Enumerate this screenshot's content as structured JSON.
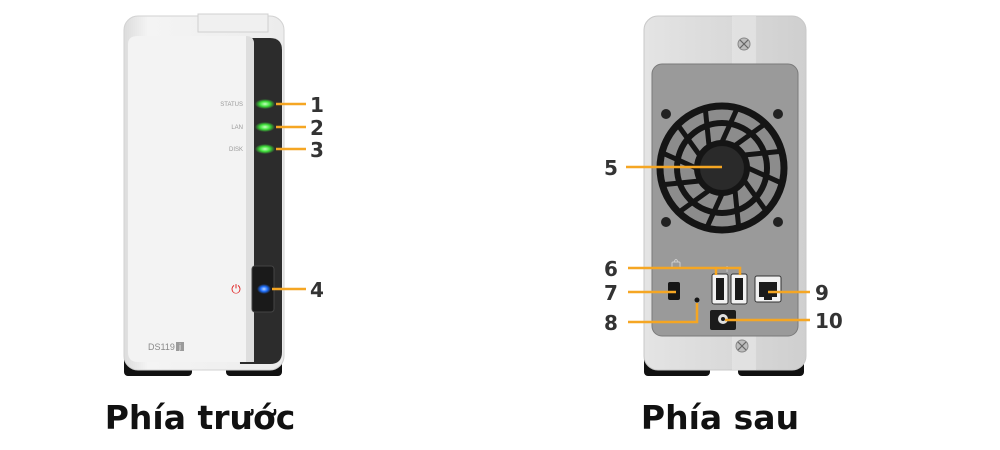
{
  "front": {
    "caption": "Phía trước",
    "led_labels": [
      "STATUS",
      "LAN",
      "DISK"
    ],
    "model": "DS119",
    "model_badge": "j",
    "power_symbol": "⏻"
  },
  "back": {
    "caption": "Phía sau"
  },
  "callouts": [
    "1",
    "2",
    "3",
    "4",
    "5",
    "6",
    "7",
    "8",
    "9",
    "10"
  ],
  "colors": {
    "callout_line": "#f5a623",
    "led_green": "#3ee23a",
    "led_blue": "#1e6fff",
    "power_red": "#e02020"
  }
}
